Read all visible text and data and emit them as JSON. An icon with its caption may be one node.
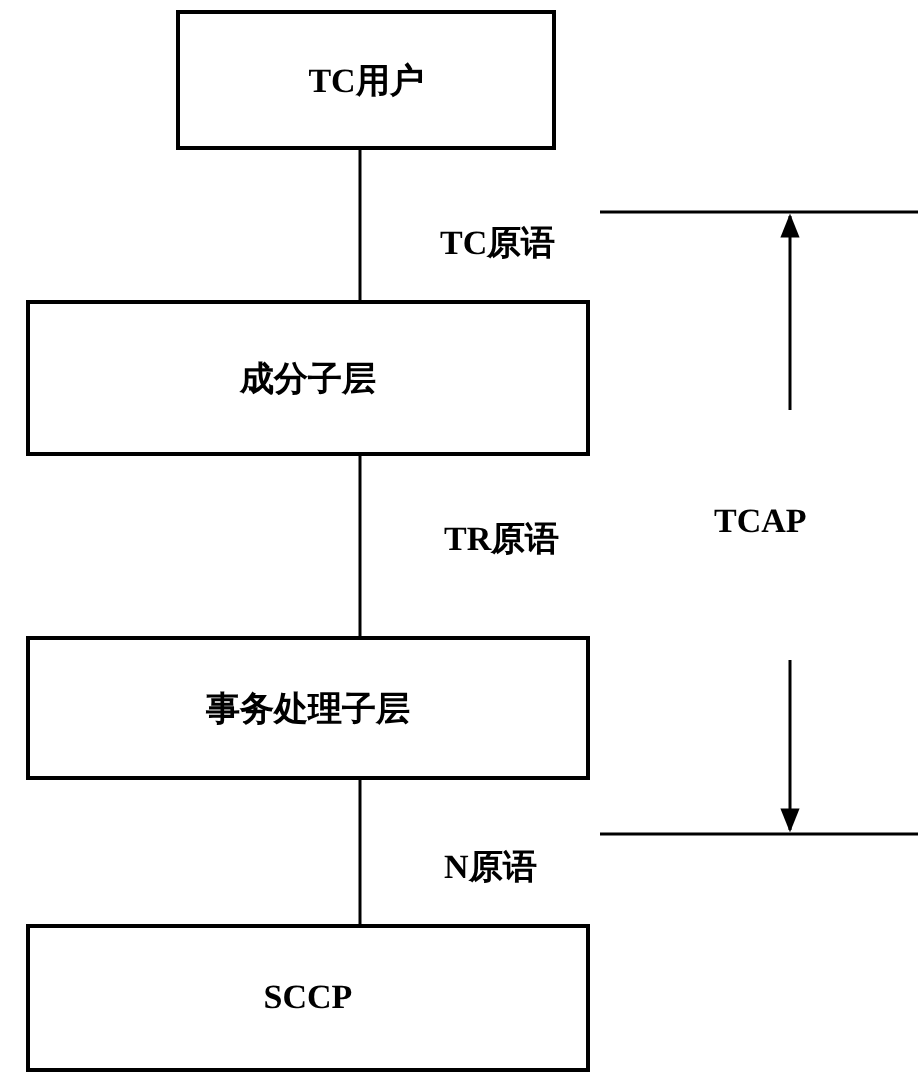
{
  "diagram": {
    "nodes": [
      {
        "text": [
          "TC用户"
        ]
      },
      {
        "text": [
          "成分子层"
        ]
      },
      {
        "text": [
          "事务处理子层"
        ]
      },
      {
        "text": [
          "SCCP"
        ]
      }
    ],
    "edges": [
      {
        "from": 0,
        "to": 1,
        "arrow": "none"
      },
      {
        "from": 1,
        "to": 2,
        "arrow": "none"
      },
      {
        "from": 2,
        "to": 3,
        "arrow": "none"
      }
    ],
    "labels": [
      "TC原语",
      "TR原语",
      "TCAP",
      "N原语"
    ]
  }
}
